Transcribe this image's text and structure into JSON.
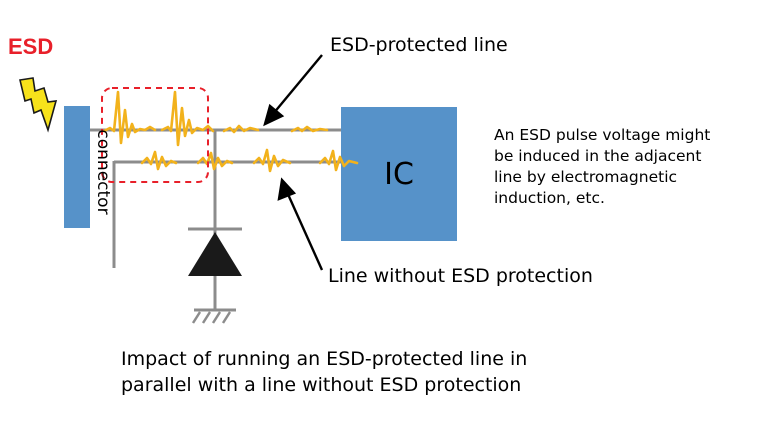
{
  "labels": {
    "esd": "ESD",
    "protected_line": "ESD-protected line",
    "unprotected_line": "Line without ESD protection",
    "ic": "IC",
    "connector": "connector"
  },
  "note_lines": [
    "An ESD pulse voltage might",
    "be induced in the adjacent",
    "line by electromagnetic",
    "induction, etc."
  ],
  "caption_lines": [
    "Impact of running an ESD-protected line in",
    "parallel with a line without ESD protection"
  ],
  "colors": {
    "block_blue": "#5692c9",
    "wire_gray": "#8c8c8c",
    "pulse_orange": "#f2b21c",
    "label_red": "#e8202a",
    "bolt_yellow": "#f7e21b",
    "dashed_box_red": "#e8202a"
  }
}
